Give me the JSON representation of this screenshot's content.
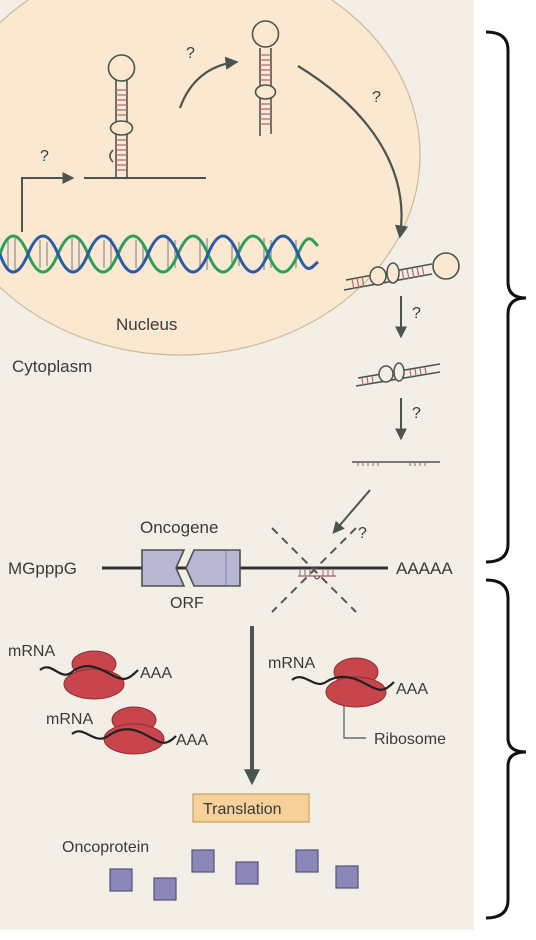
{
  "labels": {
    "q1": "?",
    "q2": "?",
    "q3": "?",
    "q4": "?",
    "q5": "?",
    "q6": "?",
    "nucleus": "Nucleus",
    "cytoplasm": "Cytoplasm",
    "oncogene": "Oncogene",
    "orf": "ORF",
    "cap": "MGpppG",
    "polya": "AAAAA",
    "mrna1": "mRNA",
    "aaa1": "AAA",
    "mrna2": "mRNA",
    "aaa2": "AAA",
    "mrna3": "mRNA",
    "aaa3": "AAA",
    "ribosome": "Ribosome",
    "translation": "Translation",
    "oncoprotein": "Oncoprotein"
  },
  "colors": {
    "panel": "#f3efe6",
    "nucleus": "#fae9d0",
    "ribosome": "#c8464b",
    "protein": "#8b87b8",
    "translation_box": "#f6d29a",
    "arrow": "#4a5450",
    "dna_green": "#2f9e5a",
    "dna_blue": "#2c5aa6"
  }
}
